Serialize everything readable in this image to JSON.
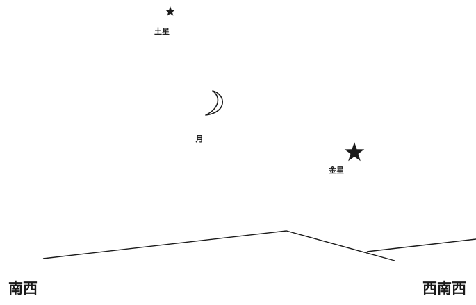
{
  "objects": {
    "saturn": {
      "label": "土星",
      "icon": "star-small-icon"
    },
    "moon": {
      "label": "月",
      "icon": "crescent-moon-icon"
    },
    "venus": {
      "label": "金星",
      "icon": "star-large-icon"
    }
  },
  "directions": {
    "left": "南西",
    "right": "西南西"
  },
  "colors": {
    "ink": "#1a1a1a",
    "background": "#ffffff"
  }
}
